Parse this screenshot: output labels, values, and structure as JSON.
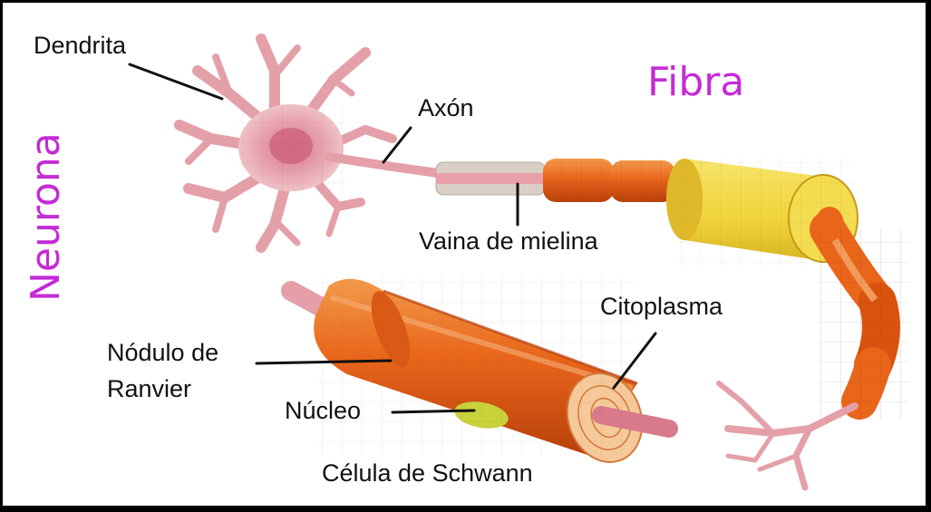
{
  "titles": {
    "fibra": "Fibra",
    "neurona": "Neurona"
  },
  "labels": {
    "dendrita": "Dendrita",
    "axon": "Axón",
    "vaina": "Vaina de mielina",
    "citoplasma": "Citoplasma",
    "nodulo_1": "Nódulo de",
    "nodulo_2": "Ranvier",
    "nucleo": "Núcleo",
    "celula": "Célula de Schwann"
  },
  "colors": {
    "title": "#c42bd6",
    "neuron": "#e59fa8",
    "myelin": "#e8651a",
    "myelin_dark": "#c8400c",
    "schwann_yellow": "#f0d43a",
    "nucleus": "#c8d23a"
  }
}
